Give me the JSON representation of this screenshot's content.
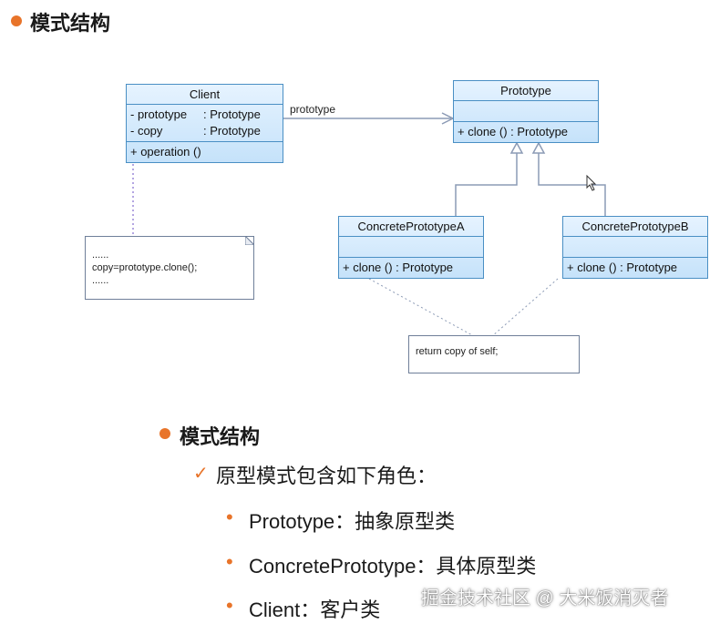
{
  "section_heading": "模式结构",
  "diagram": {
    "client": {
      "name": "Client",
      "attributes": [
        {
          "name": "- prototype",
          "type": ": Prototype"
        },
        {
          "name": "- copy",
          "type": ": Prototype"
        }
      ],
      "operations": [
        "+ operation ()"
      ]
    },
    "prototype": {
      "name": "Prototype",
      "operations": [
        "+ clone () : Prototype"
      ]
    },
    "concrete_a": {
      "name": "ConcretePrototypeA",
      "operations": [
        "+ clone () : Prototype"
      ]
    },
    "concrete_b": {
      "name": "ConcretePrototypeB",
      "operations": [
        "+ clone () : Prototype"
      ]
    },
    "association_label": "prototype",
    "client_note": [
      "......",
      "copy=prototype.clone();",
      "......"
    ],
    "concrete_note": "return copy of self;"
  },
  "content": {
    "heading": "模式结构",
    "intro": "原型模式包含如下角色：",
    "roles": [
      "Prototype：抽象原型类",
      "ConcretePrototype：具体原型类",
      "Client：客户类"
    ]
  },
  "watermark": "掘金技术社区 @ 大米饭消灭者",
  "colors": {
    "accent": "#e8742a",
    "uml_border": "#4a8fc4",
    "uml_fill": "#d2e9fc",
    "line": "#8c9bb5"
  }
}
